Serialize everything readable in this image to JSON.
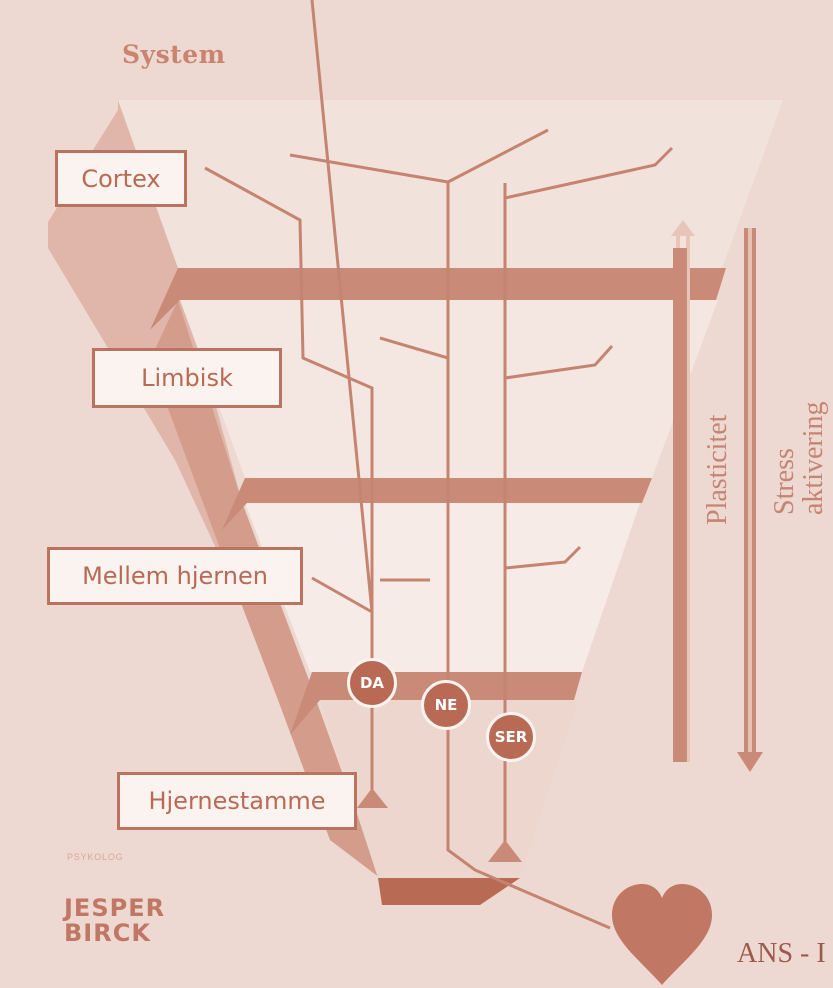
{
  "title": "System",
  "regions": {
    "cortex": "Cortex",
    "limbisk": "Limbisk",
    "mellem": "Mellem hjernen",
    "hjernestamme": "Hjernestamme"
  },
  "neurotransmitters": {
    "da": "DA",
    "ne": "NE",
    "ser": "SER"
  },
  "arrows": {
    "plasticitet": "Plasticitet",
    "stress_line1": "Stress",
    "stress_line2": "aktivering"
  },
  "brand": {
    "small": "PSYKOLOG",
    "line1": "JESPER",
    "line2": "BIRCK"
  },
  "footer": "ANS - I",
  "colors": {
    "background": "#edd9d1",
    "panel": "#f2e2dc",
    "band": "#c98a77",
    "accent": "#b86a55",
    "line": "#c58470"
  },
  "icons": {
    "heart": "heart-icon"
  }
}
